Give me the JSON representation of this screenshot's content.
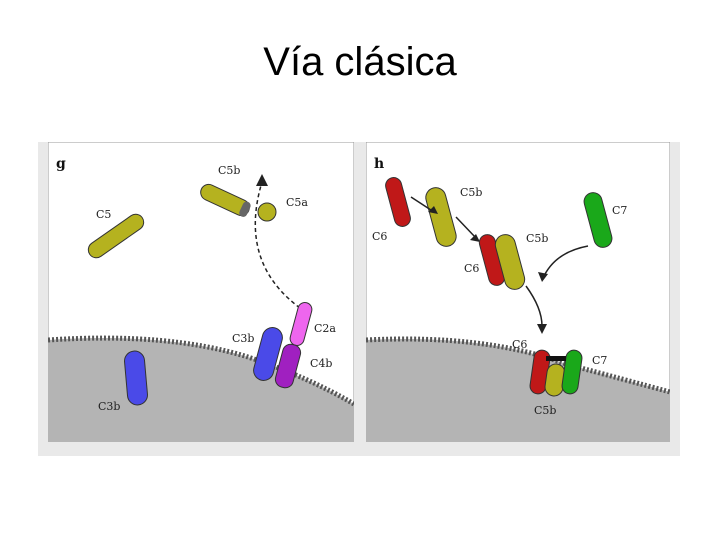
{
  "slide": {
    "title": "Vía clásica"
  },
  "panels": {
    "g": {
      "letter": "g",
      "labels": {
        "c5b_top": "C5b",
        "c5a": "C5a",
        "c5": "C5",
        "c2a": "C2a",
        "c3b_mid": "C3b",
        "c4b": "C4b",
        "c3b_low": "C3b"
      }
    },
    "h": {
      "letter": "h",
      "labels": {
        "c5b_a": "C5b",
        "c6_a": "C6",
        "c7_top": "C7",
        "c5b_b": "C5b",
        "c6_b": "C6",
        "c6_c": "C6",
        "c7_c": "C7",
        "c5b_c": "C5b"
      }
    }
  },
  "colors": {
    "c5_olive": "#b5b21f",
    "c5b_cap": "#666666",
    "c6_red": "#c01818",
    "c7_green": "#1aa81a",
    "c3b_blue": "#4a4ae8",
    "c4b_purple": "#a020c0",
    "c2a_pink": "#ee66ee",
    "membrane": "#b4b4b4"
  }
}
